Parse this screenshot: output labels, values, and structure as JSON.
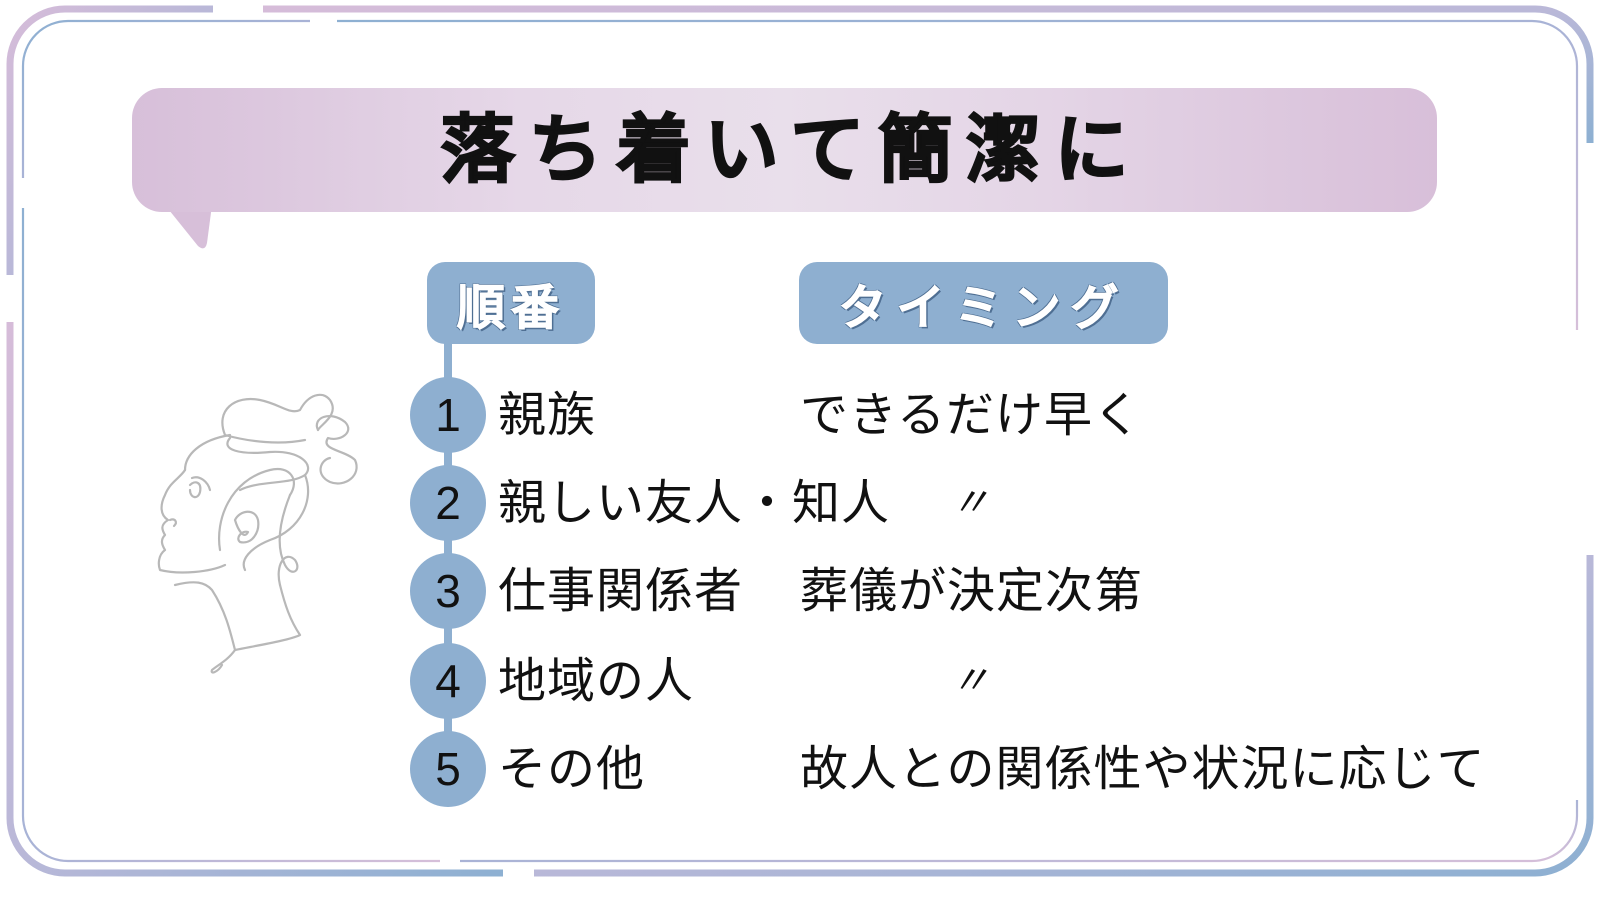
{
  "title": "落ち着いて簡潔に",
  "headers": {
    "order": "順番",
    "timing": "タイミング"
  },
  "rows": [
    {
      "number": "1",
      "who": "親族",
      "when": "できるだけ早く"
    },
    {
      "number": "2",
      "who": "親しい友人・知人",
      "when": "〃"
    },
    {
      "number": "3",
      "who": "仕事関係者",
      "when": "葬儀が決定次第"
    },
    {
      "number": "4",
      "who": "地域の人",
      "when": "〃"
    },
    {
      "number": "5",
      "who": "その他",
      "when": "故人との関係性や状況に応じて"
    }
  ],
  "colors": {
    "accent_blue": "#8eafd0",
    "accent_lavender": "#d7bfd9",
    "text": "#111111"
  },
  "illustration": {
    "icon": "woman-profile-line-art-icon"
  }
}
